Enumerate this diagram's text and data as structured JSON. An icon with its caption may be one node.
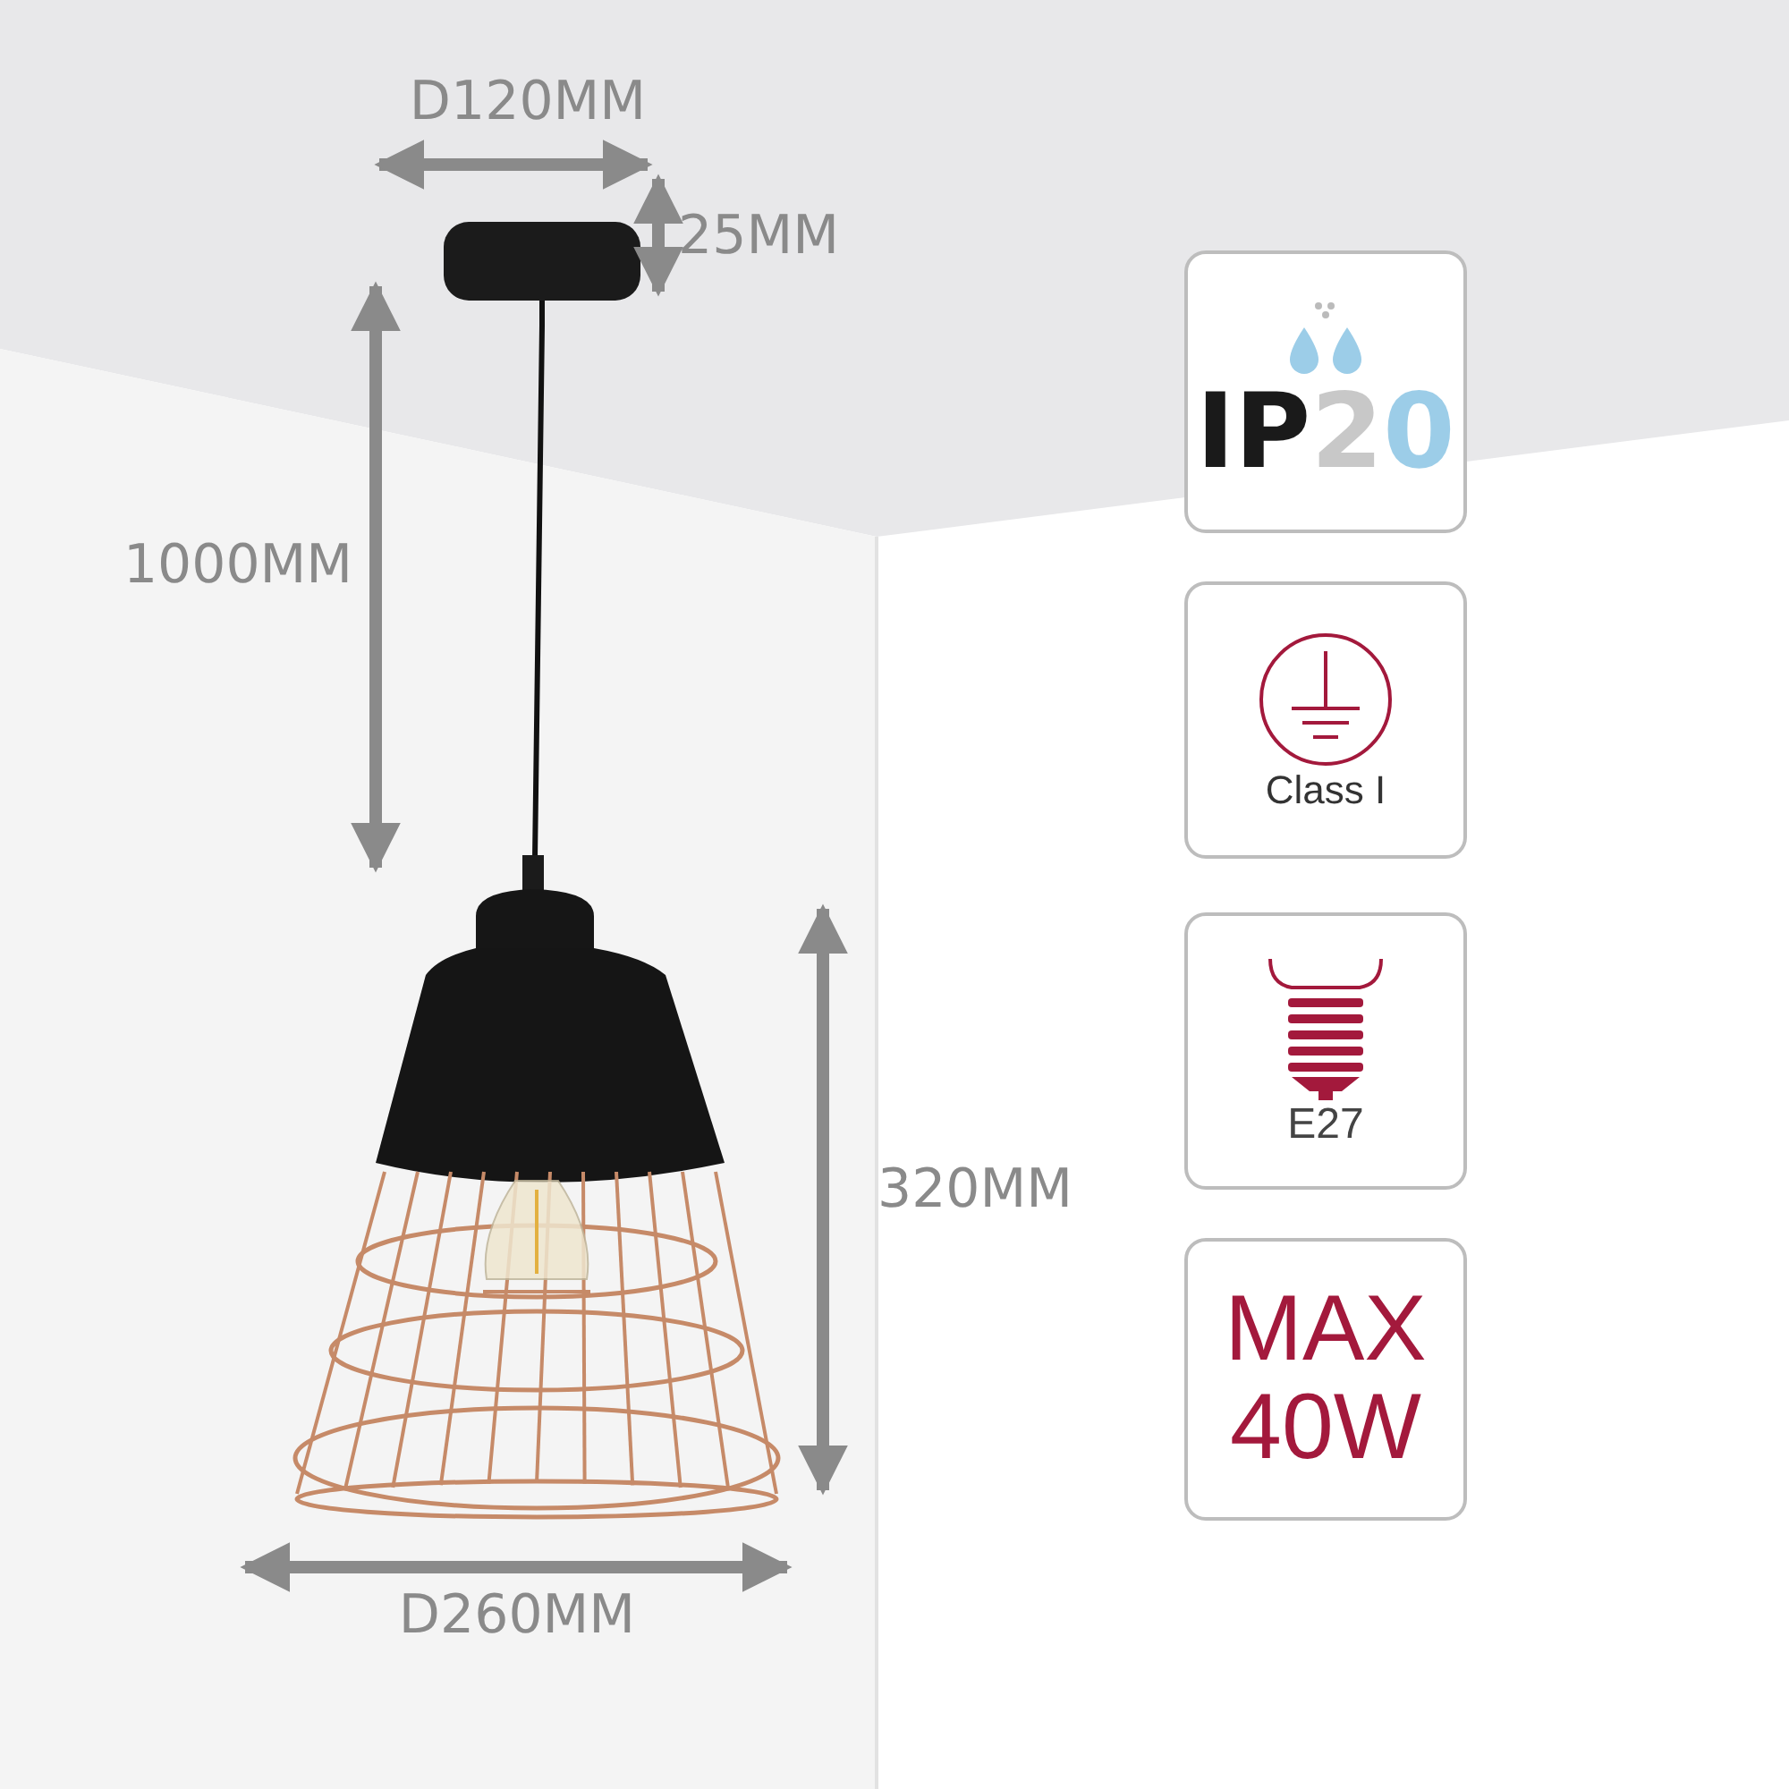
{
  "diagram": {
    "nodes": [
      {
        "text": [
          "IP",
          "20"
        ]
      },
      {
        "text": [
          "Class I"
        ]
      },
      {
        "text": [
          "E27"
        ]
      },
      {
        "text": [
          "MAX 40W"
        ]
      }
    ],
    "labels": [
      "D120MM",
      "25MM",
      "1000MM",
      "320MM",
      "D260MM"
    ]
  }
}
